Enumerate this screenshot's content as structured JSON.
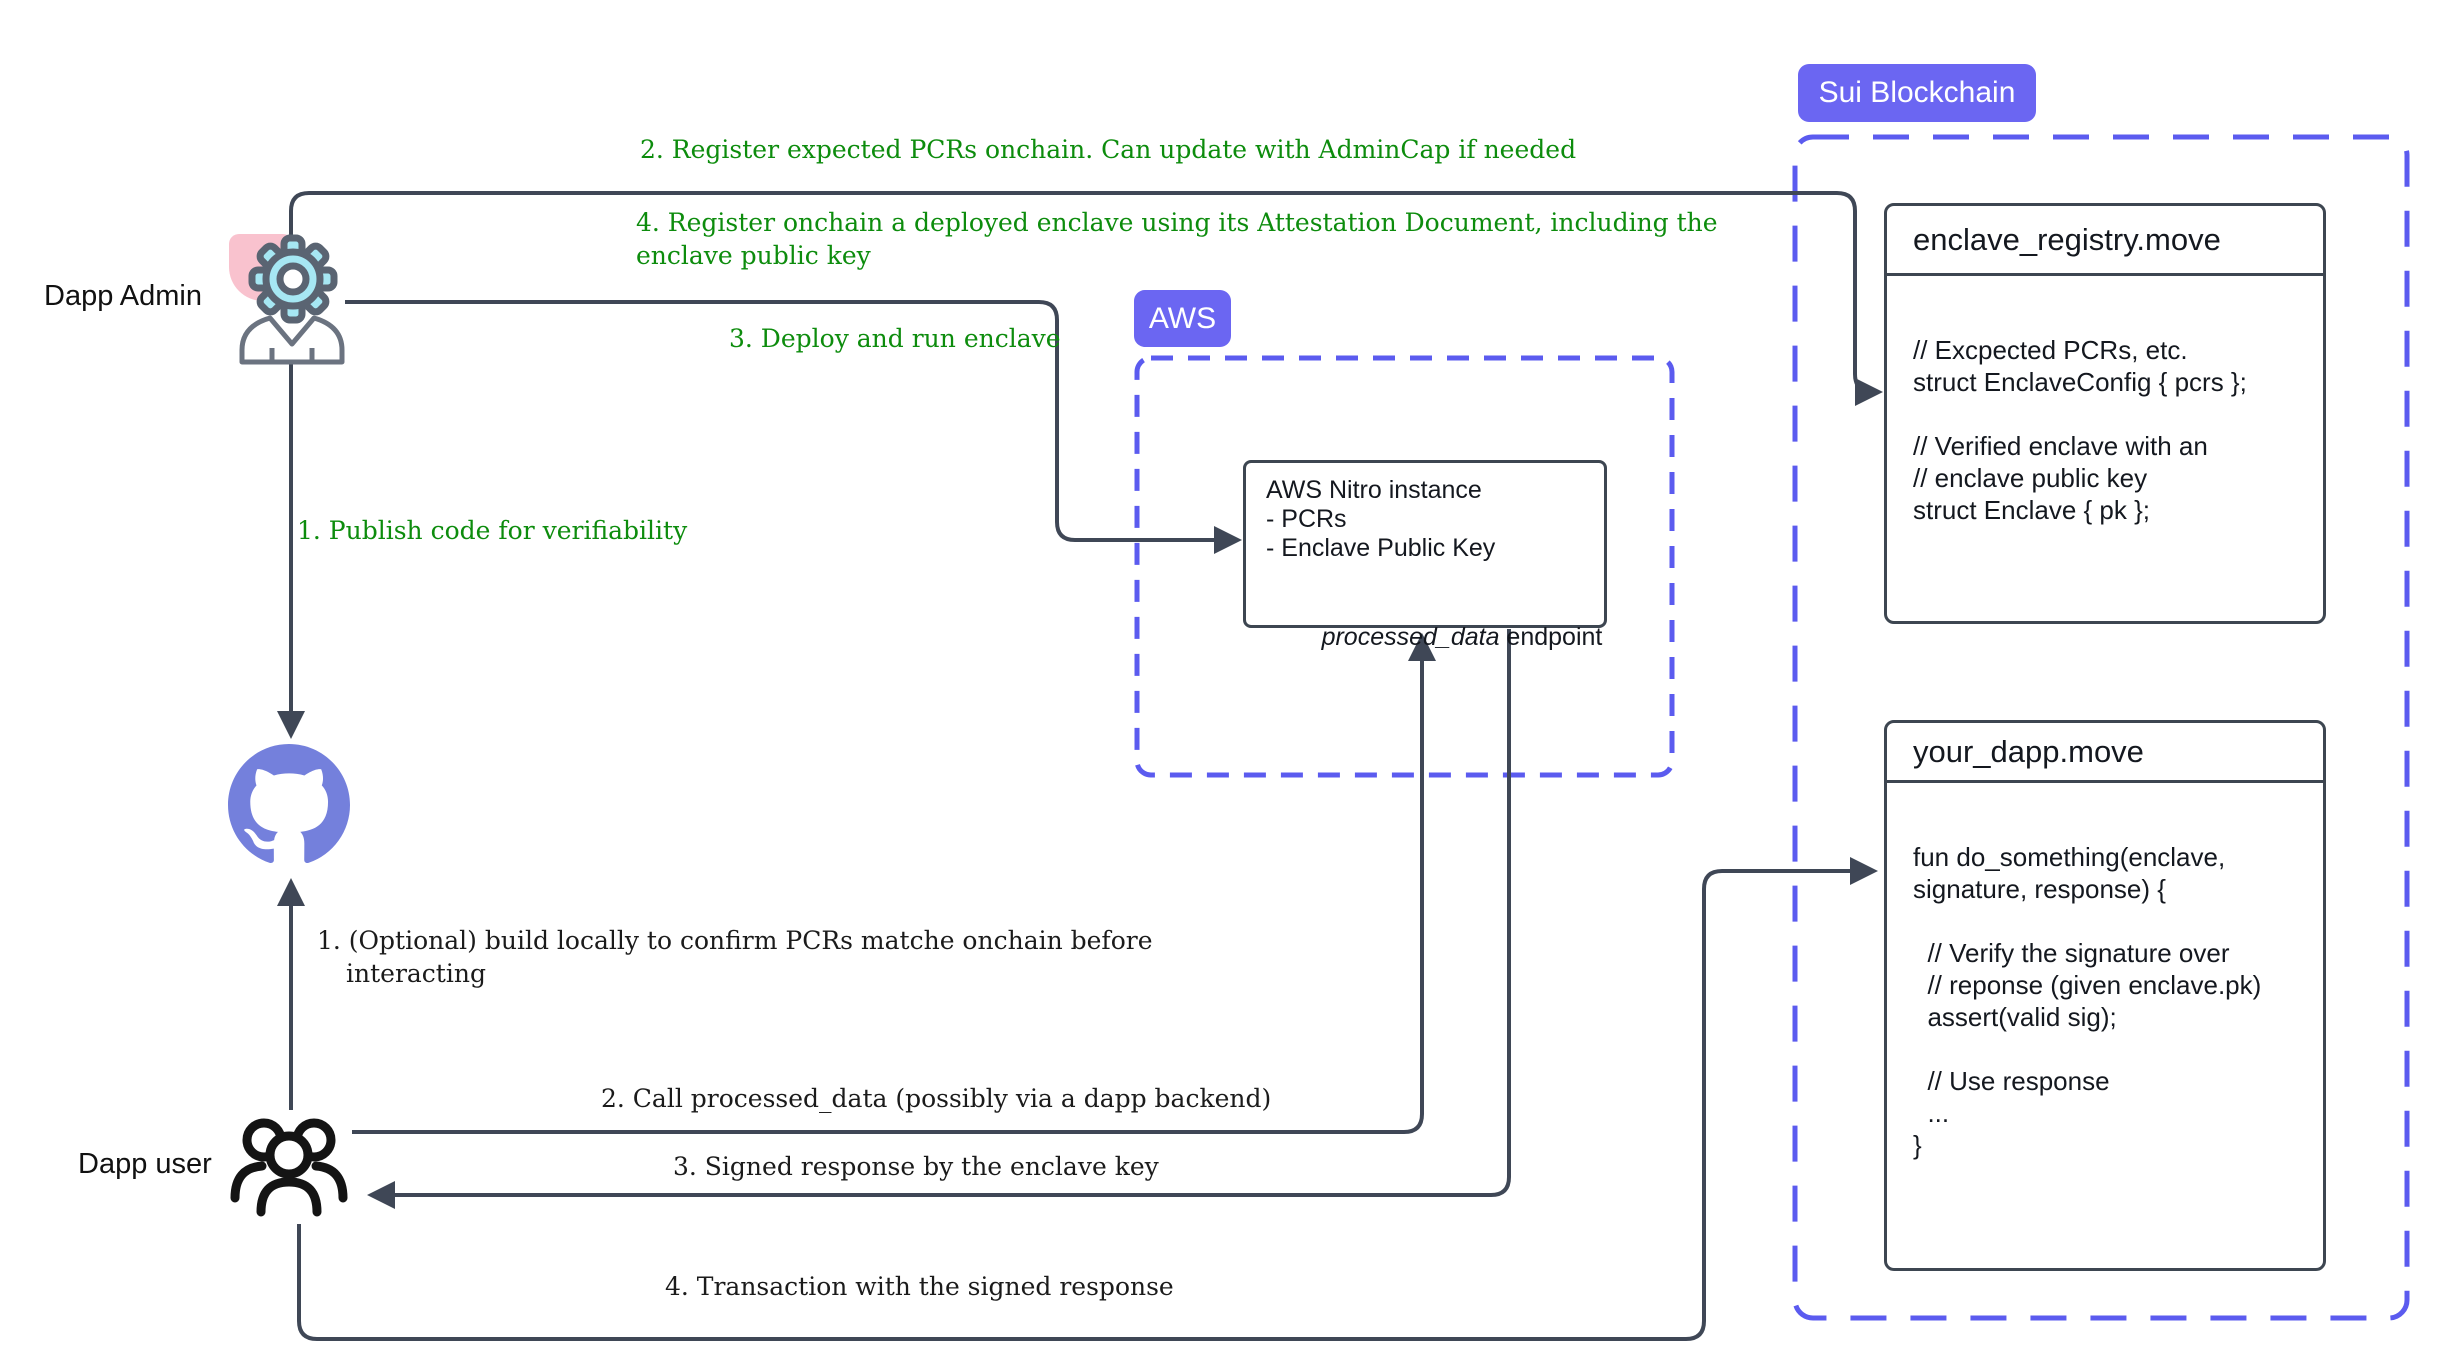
{
  "canvas": {
    "bg": "#ffffff"
  },
  "colors": {
    "accent_indigo": "#6b66f2",
    "dashed_border": "#5b5bef",
    "connector": "#3f4756",
    "box_border": "#3d4651",
    "annotation_green": "#0d8c0d",
    "annotation_black": "#1b1b1b",
    "github_purple": "#7480dc",
    "gear_fill": "#a6e7f3",
    "gear_stroke": "#5a6472",
    "pink_accent": "#f9c2ce",
    "person_stroke": "#6b7380"
  },
  "actors": {
    "admin_label": "Dapp Admin",
    "user_label": "Dapp user"
  },
  "icons": {
    "admin": "gear-person-icon",
    "repo": "github-icon",
    "user": "group-icon"
  },
  "annotations": {
    "publish": "1. Publish code for verifiability",
    "register_pcrs": "2. Register expected PCRs onchain. Can update with AdminCap if needed",
    "deploy_enclave": "3. Deploy and run enclave",
    "register_enclave": "4. Register onchain a deployed enclave using its Attestation Document, including the\nenclave public key",
    "build_locally": "1. (Optional) build locally to confirm PCRs matche onchain before\ninteracting",
    "call_processed_data": "2. Call processed_data (possibly via a dapp backend)",
    "signed_response": "3. Signed response by the enclave key",
    "transaction": "4. Transaction with the signed response"
  },
  "aws": {
    "badge": "AWS",
    "nitro": {
      "lines": [
        "AWS Nitro instance",
        "- PCRs",
        "- Enclave Public Key"
      ],
      "endpoint_italic": "processed_data",
      "endpoint_rest": " endpoint"
    }
  },
  "sui": {
    "badge": "Sui Blockchain",
    "registry": {
      "title": "enclave_registry.move",
      "code": [
        "// Excpected PCRs, etc.",
        "struct EnclaveConfig { pcrs };",
        "",
        "// Verified enclave with an",
        "// enclave public key",
        "struct Enclave { pk };"
      ]
    },
    "dapp": {
      "title": "your_dapp.move",
      "code": [
        "fun do_something(enclave,",
        "signature, response) {",
        "",
        "  // Verify the signature over",
        "  // reponse (given enclave.pk)",
        "  assert(valid sig);",
        "",
        "  // Use response",
        "  ...",
        "}"
      ]
    }
  }
}
